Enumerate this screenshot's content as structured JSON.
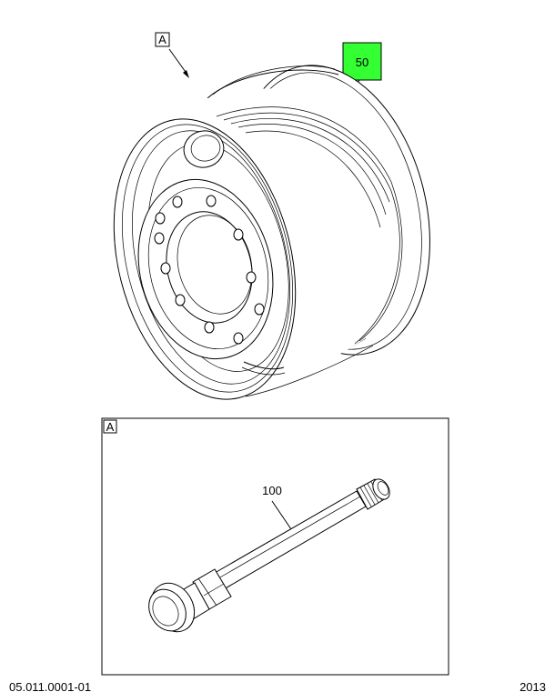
{
  "view_label_top": "A",
  "callout_wheel": "50",
  "detail_label": "A",
  "callout_valve": "100",
  "footer_left": "05.011.0001-01",
  "footer_right": "2013",
  "colors": {
    "callout_highlight": "#33ff33",
    "line": "#000000"
  }
}
